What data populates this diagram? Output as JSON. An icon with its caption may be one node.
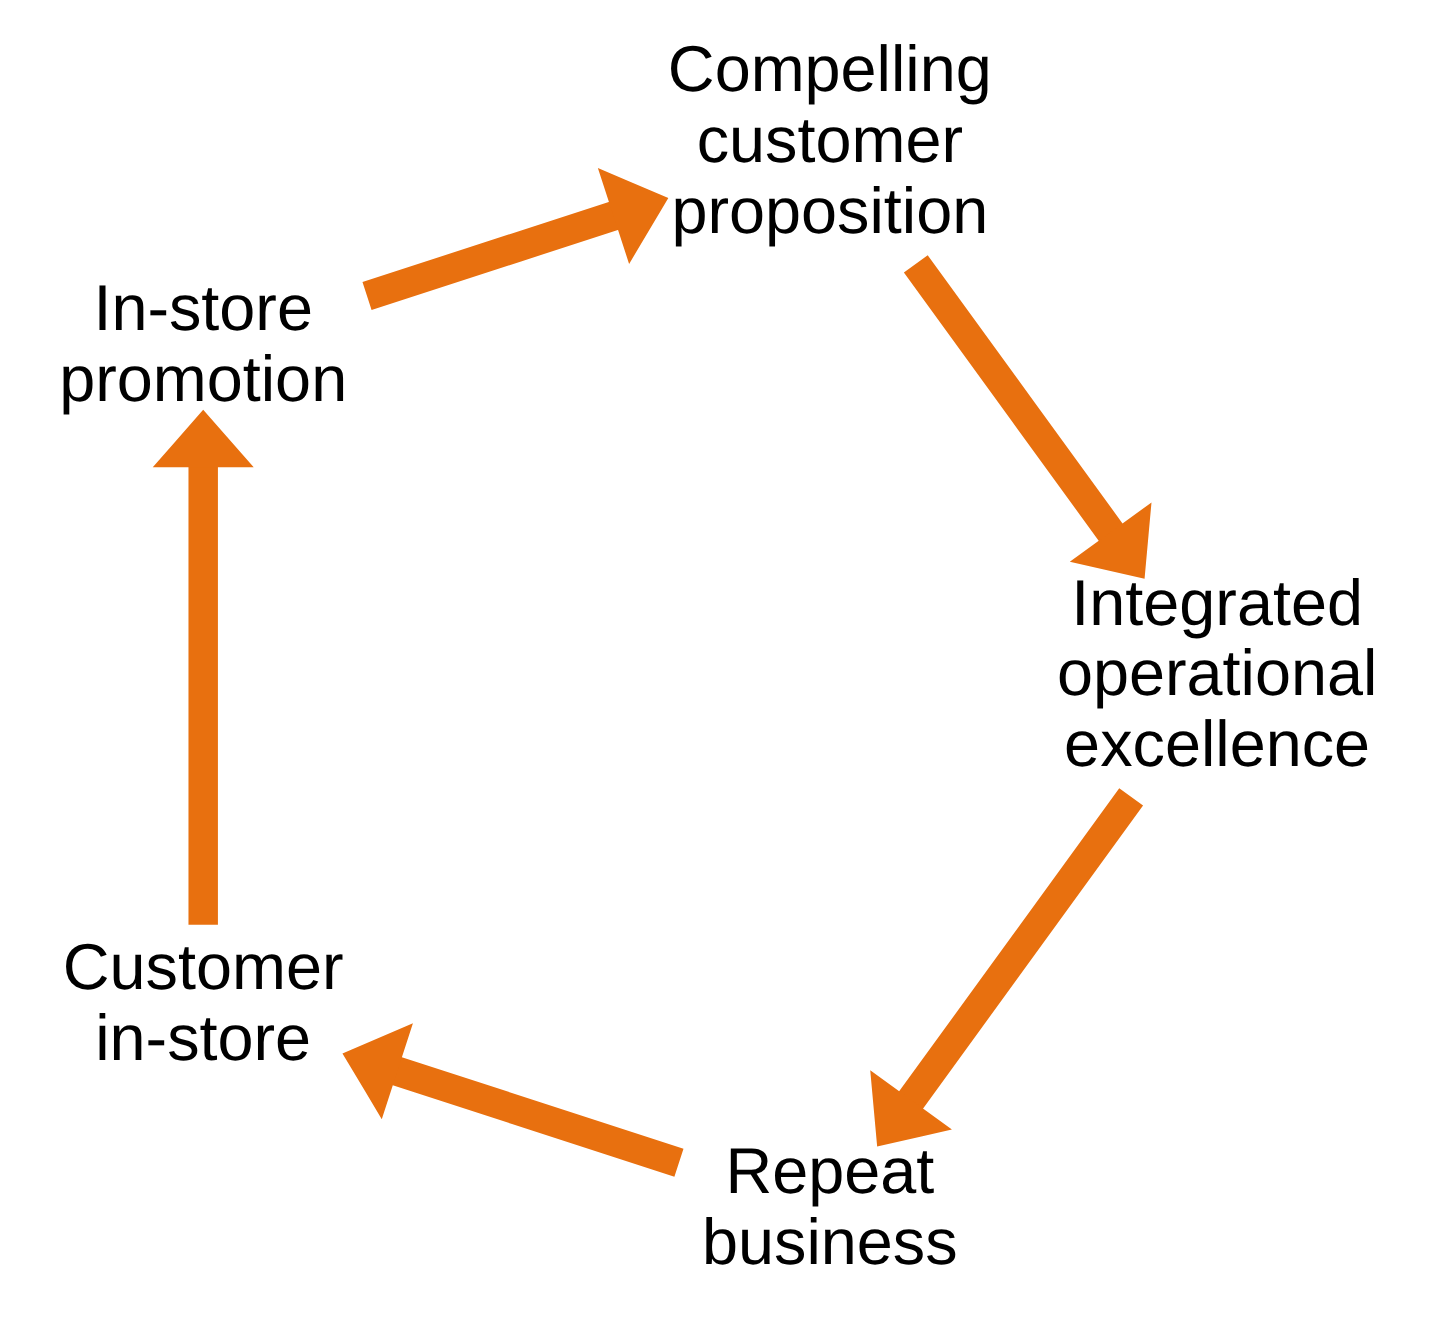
{
  "diagram": {
    "nodes": [
      {
        "text": [
          "Repeat business"
        ]
      },
      {
        "text": [
          "Customer in-store"
        ]
      },
      {
        "text": [
          "In-store promotion"
        ]
      },
      {
        "text": [
          "Compelling customer proposition"
        ]
      },
      {
        "text": [
          "Integrated operational excellence"
        ]
      }
    ],
    "edges": [
      {
        "from": 0,
        "to": 1,
        "arrow": "to"
      },
      {
        "from": 1,
        "to": 2,
        "arrow": "to"
      },
      {
        "from": 2,
        "to": 3,
        "arrow": "to"
      },
      {
        "from": 3,
        "to": 4,
        "arrow": "to"
      },
      {
        "from": 4,
        "to": 0,
        "arrow": "to"
      }
    ]
  }
}
